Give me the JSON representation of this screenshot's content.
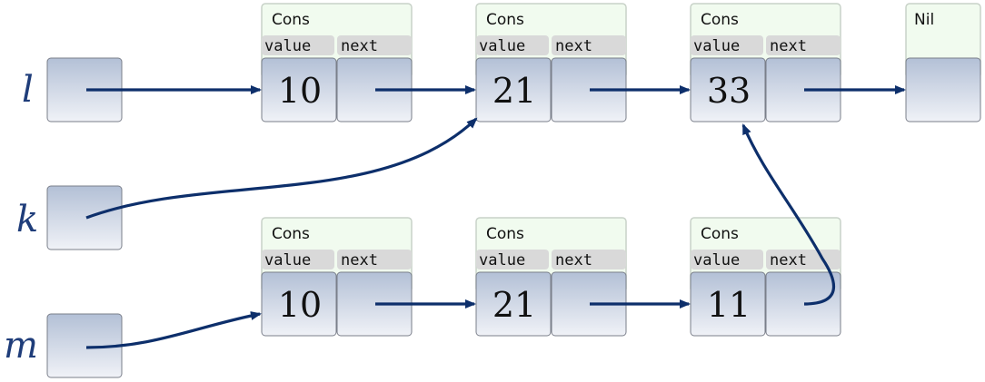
{
  "variables": [
    {
      "label": "l"
    },
    {
      "label": "k"
    },
    {
      "label": "m"
    }
  ],
  "node_type_cons": "Cons",
  "node_type_nil": "Nil",
  "field_value": "value",
  "field_next": "next",
  "rows": {
    "top": [
      "10",
      "21",
      "33"
    ],
    "bottom": [
      "10",
      "21",
      "11"
    ]
  },
  "colors": {
    "arrow": "#0d2f6b",
    "variable_label": "#1f3d7a",
    "node_background": "#f1fbef",
    "cell_gradient_top": "#b3c0d6",
    "cell_gradient_bottom": "#f0f2f7"
  }
}
